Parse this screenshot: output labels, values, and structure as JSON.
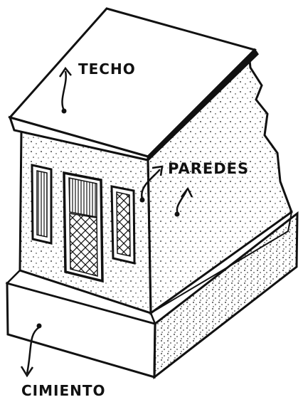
{
  "labels": {
    "roof": "TECHO",
    "walls": "PAREDES",
    "foundation": "CIMIENTO"
  },
  "colors": {
    "ink": "#111111",
    "paper": "#ffffff"
  }
}
